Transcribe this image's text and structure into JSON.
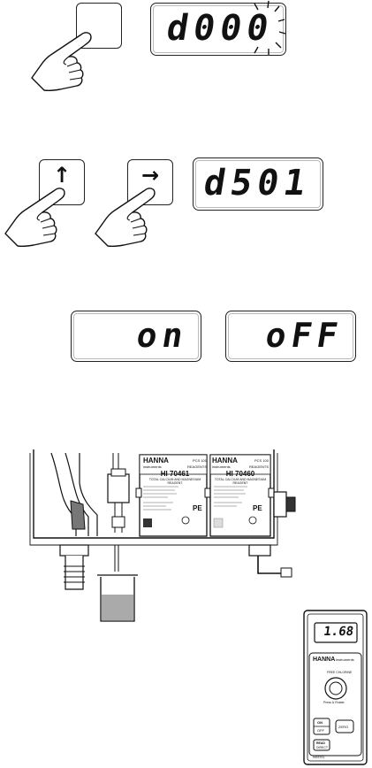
{
  "step1": {
    "display": "d000"
  },
  "step2": {
    "up_key": "↑",
    "right_key": "→",
    "display": "d501"
  },
  "step3": {
    "display_on": "on",
    "display_off": "oFF"
  },
  "step4": {
    "left_reagent": {
      "brand": "HANNA",
      "brand_sub": "instruments",
      "pcs": "PCS 100",
      "reagents": "REAGENTS",
      "code": "HI 70461",
      "desc": "TOTAL CALCIUM AND MAGNESIUM REAGENT",
      "pe": "PE"
    },
    "right_reagent": {
      "brand": "HANNA",
      "brand_sub": "instruments",
      "pcs": "PCS 100",
      "reagents": "REAGENTS",
      "code": "HI 70460",
      "desc": "TOTAL CALCIUM AND MAGNESIUM REAGENT",
      "pe": "PE"
    }
  },
  "meter": {
    "reading": "1.68",
    "brand": "HANNA",
    "brand_sub": "instruments",
    "label": "FREE CHLORINE",
    "knob_label": "Press & Rotate",
    "on_label": "ON",
    "off_label": "OFF",
    "zero_label": "ZERO",
    "read_label": "READ",
    "direct_label": "DIRECT",
    "model": "HI93701"
  }
}
